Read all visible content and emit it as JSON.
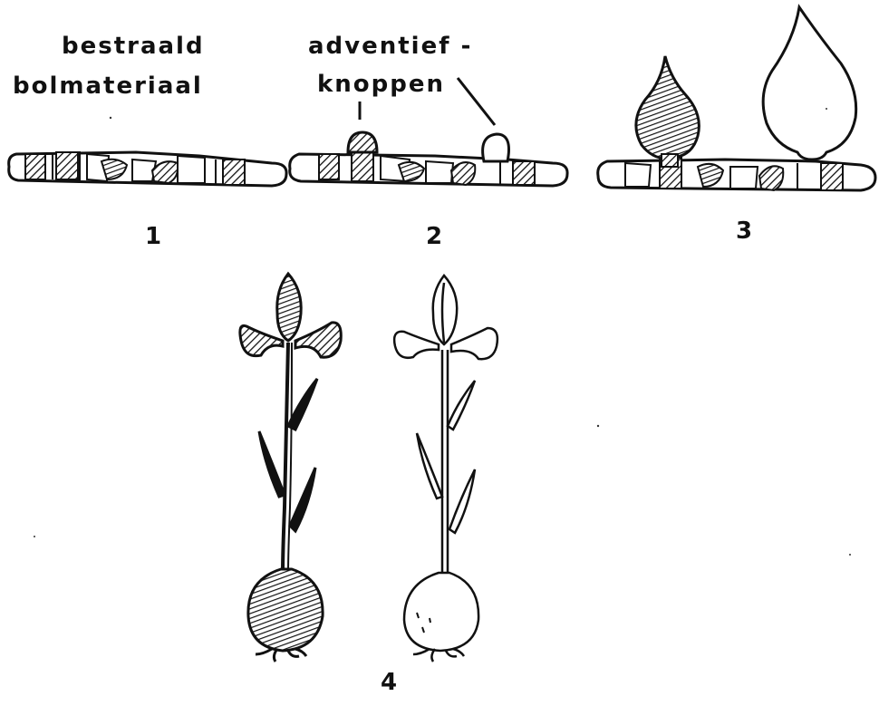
{
  "labels": {
    "irradiated_line1": "bestraald",
    "irradiated_line2": "bolmateriaal",
    "adventitious_line1": "adventief -",
    "adventitious_line2": "knoppen"
  },
  "panels": {
    "p1": "1",
    "p2": "2",
    "p3": "3",
    "p4": "4"
  },
  "colors": {
    "ink": "#111111",
    "paper": "#ffffff"
  }
}
